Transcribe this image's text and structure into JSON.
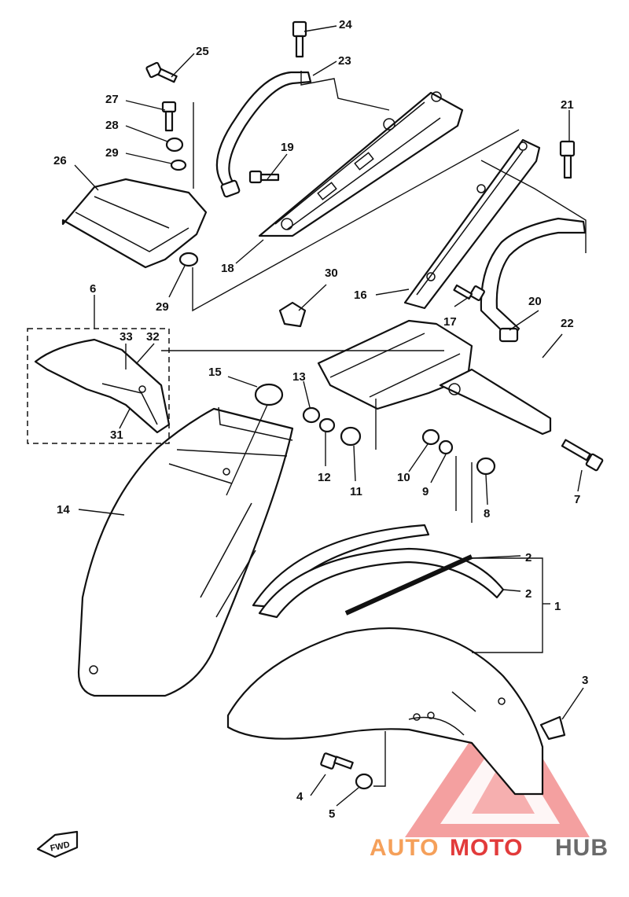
{
  "callouts": {
    "c1": "1",
    "c2a": "2",
    "c2b": "2",
    "c3": "3",
    "c4": "4",
    "c5": "5",
    "c6": "6",
    "c7": "7",
    "c8": "8",
    "c9": "9",
    "c10": "10",
    "c11": "11",
    "c12": "12",
    "c13": "13",
    "c14": "14",
    "c15": "15",
    "c16": "16",
    "c17": "17",
    "c18": "18",
    "c19": "19",
    "c20": "20",
    "c21": "21",
    "c22": "22",
    "c23": "23",
    "c24": "24",
    "c25": "25",
    "c26": "26",
    "c27": "27",
    "c28": "28",
    "c29a": "29",
    "c29b": "29",
    "c30": "30",
    "c31": "31",
    "c32": "32",
    "c33": "33"
  },
  "fwd_label": "FWD",
  "watermark": {
    "auto": "AUTO",
    "moto": "MOTO",
    "hub": "HUB",
    "colors": {
      "orange": "#f5a05a",
      "red": "#e23b3b",
      "gray": "#6a6a6a",
      "triangle": "#f08080"
    }
  }
}
